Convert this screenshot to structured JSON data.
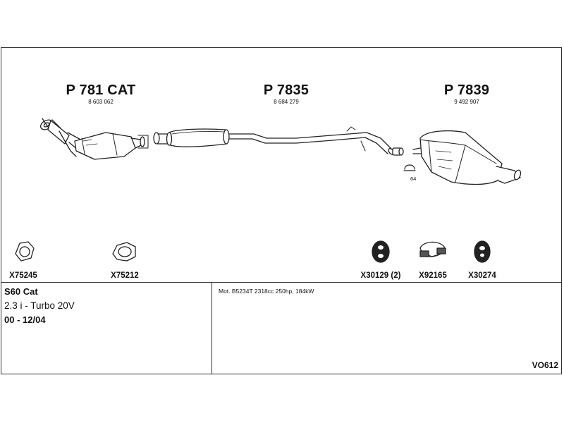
{
  "assemblies": [
    {
      "title": "P 781 CAT",
      "number": "8 603 062"
    },
    {
      "title": "P 7835",
      "number": "8 684 279"
    },
    {
      "title": "P 7839",
      "number": "9 492 907"
    }
  ],
  "small_label_64": "64",
  "parts": [
    {
      "label": "X75245"
    },
    {
      "label": "X75212"
    },
    {
      "label": "X30129 (2)"
    },
    {
      "label": "X92165"
    },
    {
      "label": "X30274"
    }
  ],
  "vehicle": {
    "model": "S60 Cat",
    "engine": "2.3 i - Turbo 20V",
    "years": "00 - 12/04"
  },
  "motor_info": "Mot. B5234T 2318cc 250hp, 184kW",
  "catalog_code": "VO612"
}
